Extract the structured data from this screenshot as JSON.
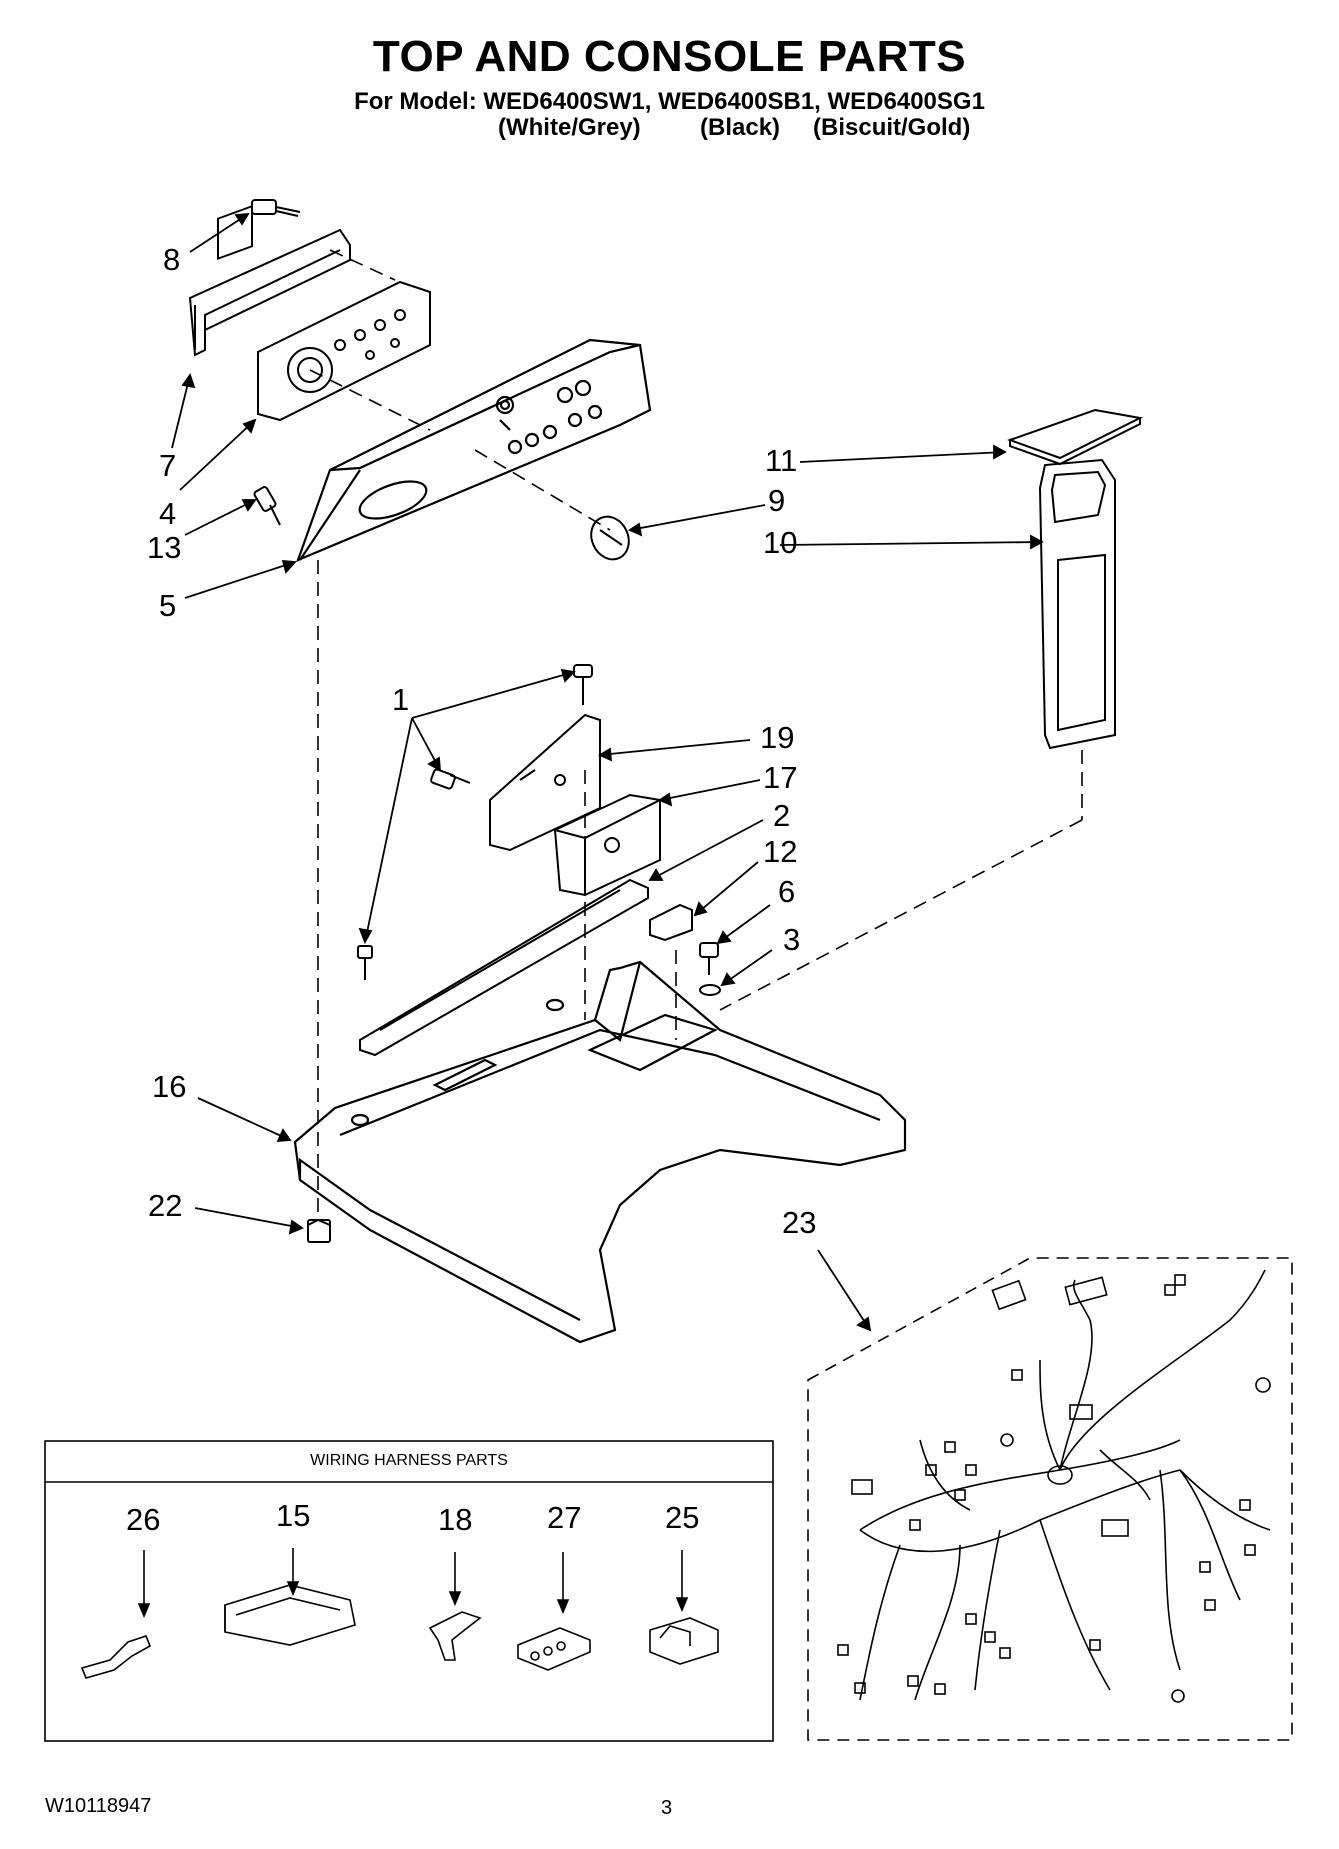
{
  "header": {
    "title": "TOP AND CONSOLE PARTS",
    "model_line": "For Model: WED6400SW1, WED6400SB1, WED6400SG1",
    "color_labels": [
      "(White/Grey)",
      "(Black)",
      "(Biscuit/Gold)"
    ]
  },
  "callouts": {
    "c1": "1",
    "c2": "2",
    "c3": "3",
    "c4": "4",
    "c5": "5",
    "c6": "6",
    "c7": "7",
    "c8": "8",
    "c9": "9",
    "c10": "10",
    "c11": "11",
    "c12": "12",
    "c13": "13",
    "c16": "16",
    "c17": "17",
    "c19": "19",
    "c22": "22",
    "c23": "23"
  },
  "wiring_box": {
    "title": "WIRING HARNESS PARTS",
    "parts": [
      "26",
      "15",
      "18",
      "27",
      "25"
    ]
  },
  "footer": {
    "doc_number": "W10118947",
    "page_number": "3"
  }
}
